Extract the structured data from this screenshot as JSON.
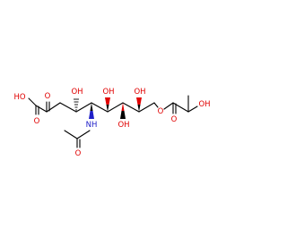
{
  "molecule": {
    "labels": {
      "acid_oh": "HO",
      "acid_o": "O",
      "keto_o": "O",
      "c4_oh": "OH",
      "c6_oh": "OH",
      "c7_oh": "OH",
      "c8_oh": "OH",
      "ester_o": "O",
      "ester_co": "O",
      "lactyl_oh": "OH",
      "amide_nh": "NH",
      "amide_o": "O"
    },
    "colors": {
      "carbon": "#000000",
      "oxygen": "#e00000",
      "nitrogen": "#2020c8",
      "background": "#ffffff"
    }
  }
}
